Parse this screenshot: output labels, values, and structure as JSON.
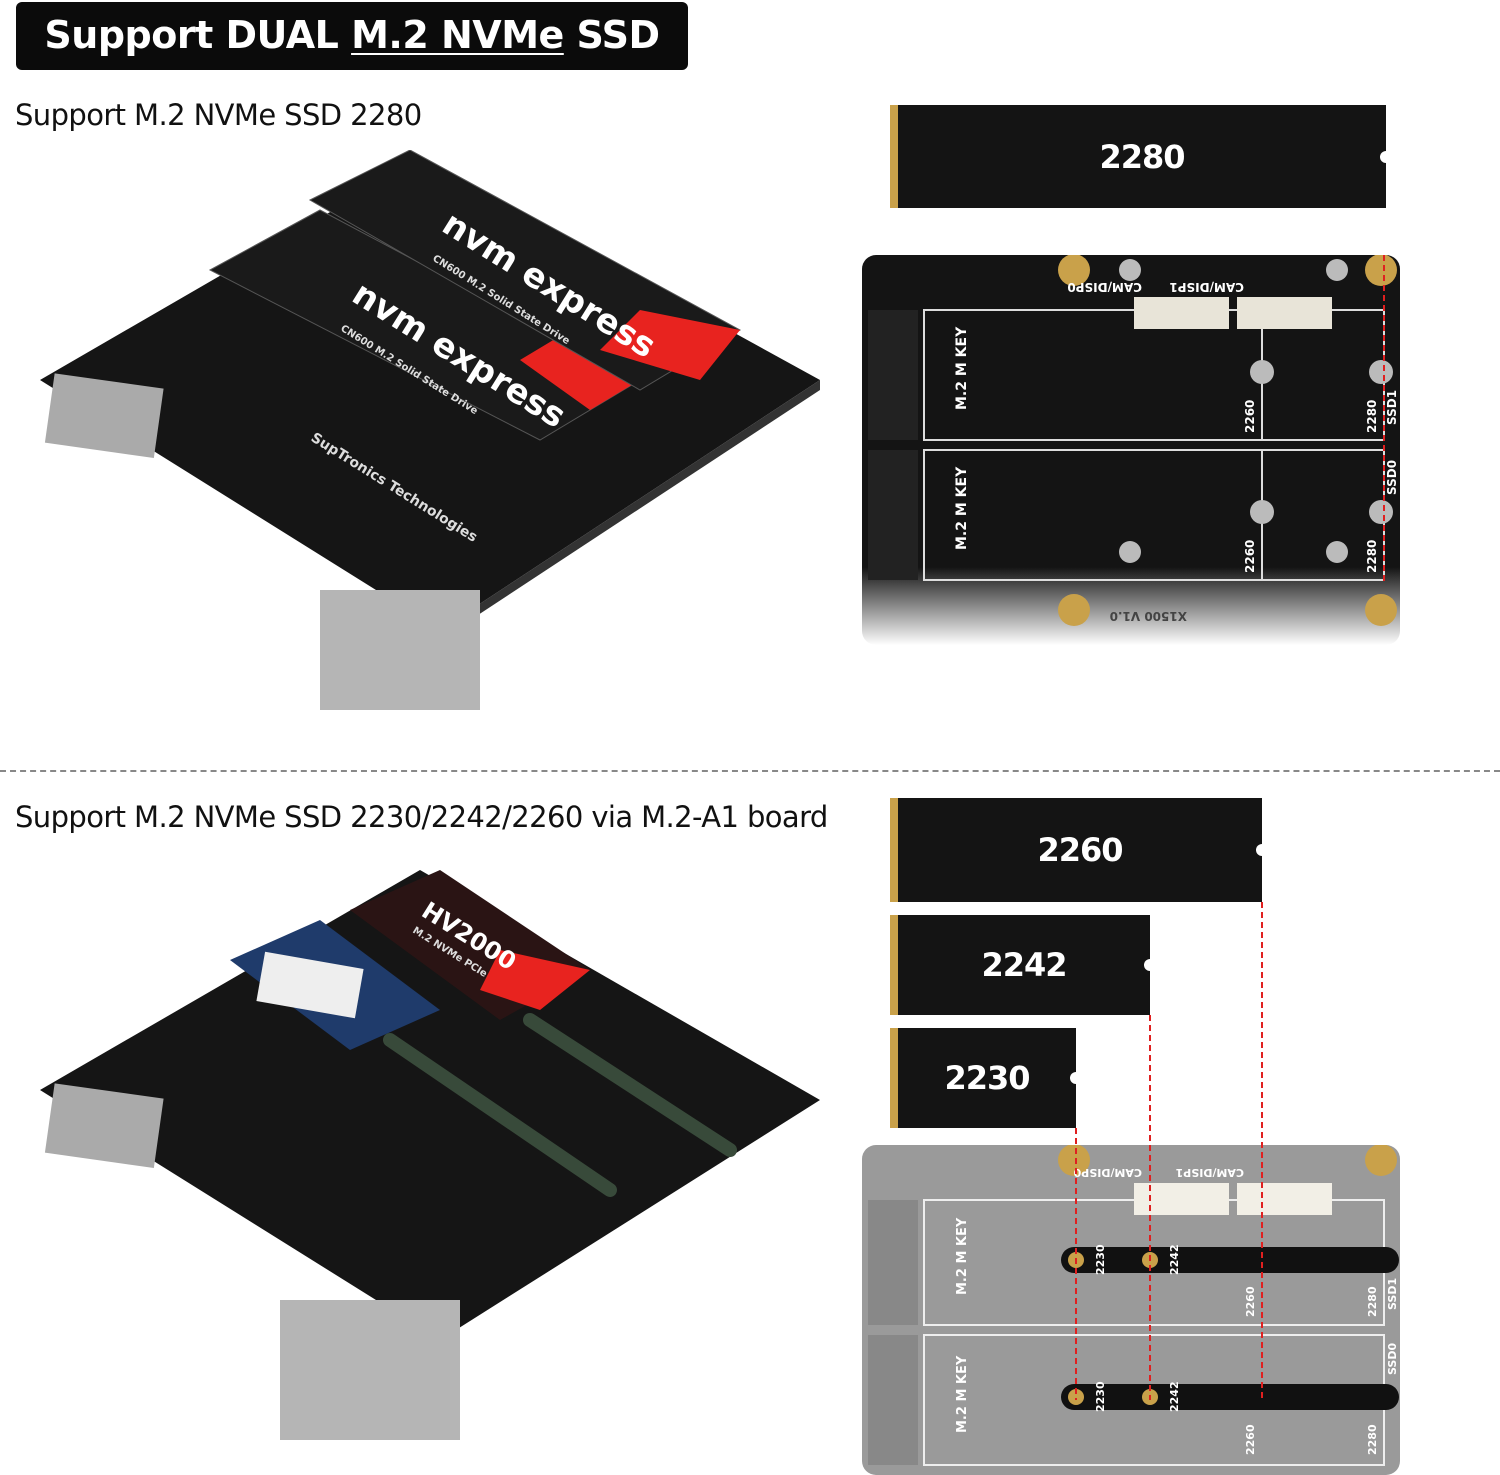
{
  "header": {
    "prefix": "Support DUAL ",
    "underlined": "M.2 NVMe",
    "suffix": " SSD"
  },
  "section1": {
    "title": "Support M.2 NVMe SSD 2280",
    "ssd_label": "2280"
  },
  "section2": {
    "title": "Support M.2 NVMe SSD 2230/2242/2260 via M.2-A1 board",
    "ssd_labels": [
      "2260",
      "2242",
      "2230"
    ]
  },
  "board": {
    "cam0": "CAM/DISP0",
    "cam1": "CAM/DISP1",
    "mkey": "M.2 M KEY",
    "len2260": "2260",
    "len2280": "2280",
    "len2242": "2242",
    "len2230": "2230",
    "ssd0": "SSD0",
    "ssd1": "SSD1",
    "model": "X1500 V1.0",
    "maker": "SupTronics Technologies"
  },
  "photo": {
    "brand": "nvm express",
    "drive": "CN600 M.2 Solid State Drive",
    "hv": "HV2000",
    "hv_sub": "M.2 NVMe PCIe"
  },
  "colors": {
    "pcb": "#141414",
    "gold": "#c9a14a",
    "marker": "#e02020",
    "thermal": "#e8231f"
  }
}
